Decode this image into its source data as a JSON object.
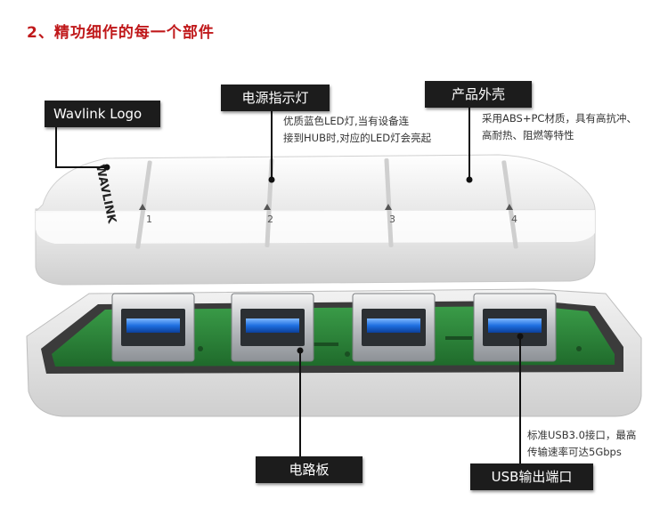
{
  "heading": "2、精功细作的每一个部件",
  "labels": {
    "logo": "Wavlink Logo",
    "power_indicator": "电源指示灯",
    "shell": "产品外壳",
    "pcb": "电路板",
    "usb_port": "USB输出端口"
  },
  "notes": {
    "power_indicator": [
      "优质蓝色LED灯,当有设备连",
      "接到HUB时,对应的LED灯会亮起"
    ],
    "shell": [
      "采用ABS+PC材质，具有高抗冲、",
      "高耐热、阻燃等特性"
    ],
    "usb_port": [
      "标准USB3.0接口，最高",
      "传输速率可达5Gbps"
    ]
  },
  "device": {
    "brand": "WAVLINK",
    "port_numbers": [
      "1",
      "2",
      "3",
      "4"
    ]
  },
  "colors": {
    "heading": "#c0191b",
    "label_bg": "#1c1c1c",
    "pcb": "#2f8a3c",
    "port_led": "#1e6fe0"
  }
}
